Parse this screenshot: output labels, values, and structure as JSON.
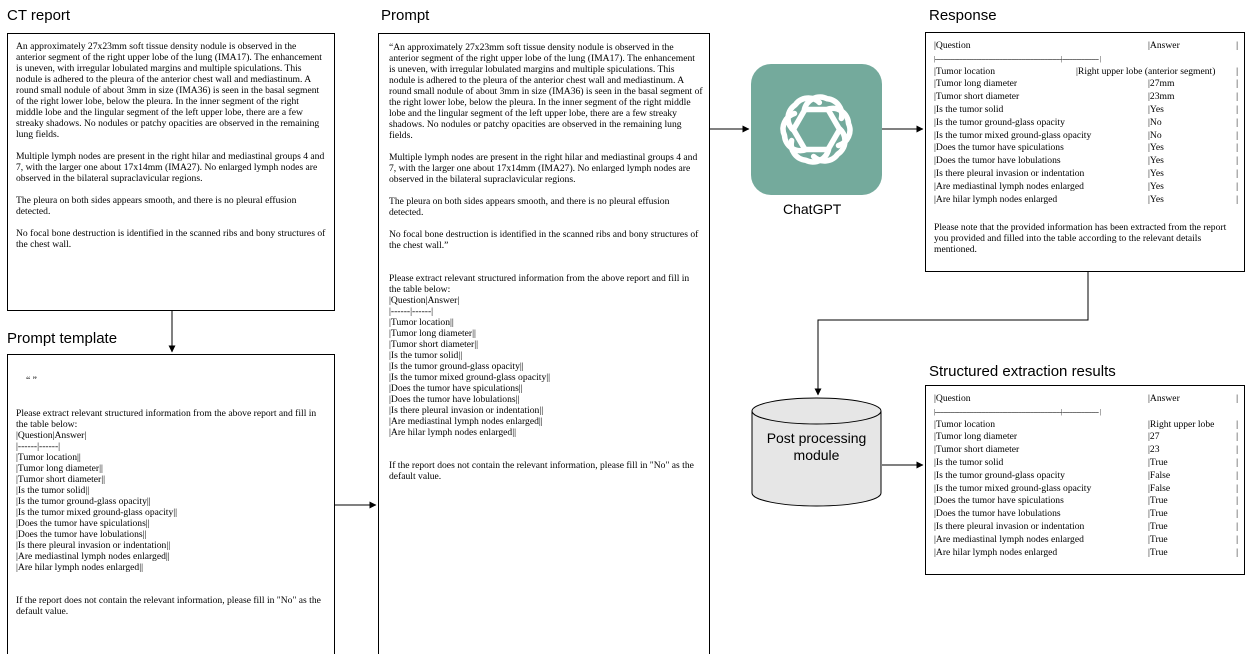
{
  "titles": {
    "ct_report": "CT report",
    "prompt_template": "Prompt template",
    "prompt": "Prompt",
    "response": "Response",
    "structured": "Structured extraction results"
  },
  "chatgpt_label": "ChatGPT",
  "post_processing_label": "Post processing module",
  "report": {
    "paragraphs": [
      "An approximately 27x23mm soft tissue density nodule is observed in the anterior segment of the right upper lobe of the lung (IMA17). The enhancement is uneven, with irregular lobulated margins and multiple spiculations. This nodule is adhered to the pleura of the anterior chest wall and mediastinum. A round small nodule of about 3mm in size (IMA36) is seen in the basal segment of the right lower lobe, below the pleura. In the inner segment of the right middle lobe and the lingular segment of the left upper lobe, there are a few streaky shadows. No nodules or patchy opacities are observed in the remaining lung fields.",
      "Multiple lymph nodes are present in the right hilar and mediastinal groups 4 and 7, with the larger one about 17x14mm (IMA27). No enlarged lymph nodes are observed in the bilateral supraclavicular regions.",
      "The pleura on both sides appears smooth, and there is no pleural effusion detected.",
      "No focal bone destruction is identified in the scanned ribs and bony structures of the chest wall."
    ]
  },
  "prompt_report": {
    "paragraphs": [
      "“An approximately 27x23mm soft tissue density nodule is observed in the anterior segment of the right upper lobe of the lung (IMA17). The enhancement is uneven, with irregular lobulated margins and multiple spiculations. This nodule is adhered to the pleura of the anterior chest wall and mediastinum. A round small nodule of about 3mm in size (IMA36) is seen in the basal segment of the right lower lobe, below the pleura. In the inner segment of the right middle lobe and the lingular segment of the left upper lobe, there are a few streaky shadows. No nodules or patchy opacities are observed in the remaining lung fields.",
      "Multiple lymph nodes are present in the right hilar and mediastinal groups 4 and 7, with the larger one about 17x14mm (IMA27). No enlarged lymph nodes are observed in the bilateral supraclavicular regions.",
      "The pleura on both sides appears smooth, and there is no pleural effusion detected.",
      "No focal bone destruction is identified in the scanned ribs and bony structures of the chest wall.”"
    ]
  },
  "template": {
    "quote": "“ ”",
    "instruction": "Please extract relevant structured information from the above report and fill in the table below:",
    "lines": [
      "|Question|Answer|",
      "|------|------|",
      "|Tumor location||",
      "|Tumor long diameter||",
      "|Tumor short diameter||",
      "|Is the tumor solid||",
      "|Is the tumor ground-glass opacity||",
      "|Is the tumor mixed ground-glass opacity||",
      "|Does the tumor have spiculations||",
      "|Does the tumor have lobulations||",
      "|Is there pleural invasion or indentation||",
      "|Are mediastinal lymph nodes enlarged||",
      "|Are hilar lymph nodes enlarged||"
    ],
    "footer": "If the report does not contain the relevant information, please fill in \"No\" as the default value."
  },
  "response": {
    "header": {
      "q": "|Question",
      "a": "|Answer",
      "end": "|"
    },
    "separator": "|-------------------------------------------------------------------------|--------------------- |",
    "rows": [
      {
        "q": "|Tumor location",
        "a": "|Right upper lobe (anterior segment)",
        "end": "|"
      },
      {
        "q": "|Tumor long diameter",
        "a": "|27mm",
        "end": "|"
      },
      {
        "q": "|Tumor short diameter",
        "a": "|23mm",
        "end": "|"
      },
      {
        "q": "|Is the tumor solid",
        "a": "|Yes",
        "end": "|"
      },
      {
        "q": "|Is the tumor ground-glass opacity",
        "a": "|No",
        "end": "|"
      },
      {
        "q": "|Is the tumor mixed ground-glass opacity",
        "a": "|No",
        "end": "|"
      },
      {
        "q": "|Does the tumor have spiculations",
        "a": "|Yes",
        "end": "|"
      },
      {
        "q": "|Does the tumor have lobulations",
        "a": "|Yes",
        "end": "|"
      },
      {
        "q": "|Is there pleural invasion or indentation",
        "a": "|Yes",
        "end": "|"
      },
      {
        "q": "|Are mediastinal lymph nodes enlarged",
        "a": "|Yes",
        "end": "|"
      },
      {
        "q": "|Are hilar lymph nodes enlarged",
        "a": "|Yes",
        "end": "|"
      }
    ],
    "note": "Please note that the provided information has been extracted from the report you provided and filled into the table according to the relevant details mentioned."
  },
  "structured": {
    "header": {
      "q": "|Question",
      "a": "|Answer",
      "end": "|"
    },
    "separator": "|-------------------------------------------------------------------------|--------------------- |",
    "rows": [
      {
        "q": "|Tumor location",
        "a": "|Right upper lobe",
        "end": "|"
      },
      {
        "q": "|Tumor long diameter",
        "a": "|27",
        "end": "|"
      },
      {
        "q": "|Tumor short diameter",
        "a": "|23",
        "end": "|"
      },
      {
        "q": "|Is the tumor solid",
        "a": "|True",
        "end": "|"
      },
      {
        "q": "|Is the tumor ground-glass opacity",
        "a": "|False",
        "end": "|"
      },
      {
        "q": "|Is the tumor mixed ground-glass opacity",
        "a": "|False",
        "end": "|"
      },
      {
        "q": "|Does the tumor have spiculations",
        "a": "|True",
        "end": "|"
      },
      {
        "q": "|Does the tumor have lobulations",
        "a": "|True",
        "end": "|"
      },
      {
        "q": "|Is there pleural invasion or indentation",
        "a": "|True",
        "end": "|"
      },
      {
        "q": "|Are mediastinal lymph nodes enlarged",
        "a": "|True",
        "end": "|"
      },
      {
        "q": "|Are hilar lymph nodes enlarged",
        "a": "|True",
        "end": "|"
      }
    ]
  },
  "colors": {
    "chatgpt_bg": "#74aa9c",
    "cylinder_fill": "#e6e6e6"
  },
  "icons": {
    "chatgpt": "openai-logo-icon",
    "database": "cylinder-icon"
  }
}
